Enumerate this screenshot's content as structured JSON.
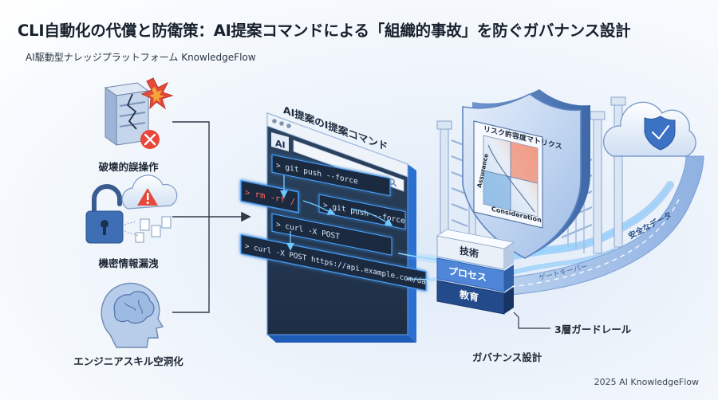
{
  "header": {
    "title": "CLI自動化の代償と防衛策：AI提案コマンドによる「組織的事故」を防ぐガバナンス設計",
    "subtitle": "AI駆動型ナレッジプラットフォーム KnowledgeFlow"
  },
  "risks": [
    {
      "label": "破壊的誤操作",
      "icon": "broken-server-icon"
    },
    {
      "label": "機密情報漏洩",
      "icon": "open-padlock-cloud-icon"
    },
    {
      "label": "エンジニアスキル空洞化",
      "icon": "head-brain-icon"
    }
  ],
  "terminal": {
    "title": "AI提案のI提案コマンド",
    "badge": "AI",
    "commands": [
      "> git push --force",
      "> rm -rf /",
      "> git push --force",
      "> curl -X POST",
      "> curl -X POST https://api.example.com/data..."
    ]
  },
  "matrix": {
    "title": "リスク許容度マトリクス",
    "y_axis": "Assurance",
    "x_axis": "Consideration"
  },
  "layers": [
    "技術",
    "プロセス",
    "教育"
  ],
  "layers_label": "3層ガードレール",
  "governance_label": "ガバナンス設計",
  "flow_labels": [
    "安全なデータ",
    "ゲートキーパー"
  ],
  "footer": "2025 AI KnowledgeFlow",
  "colors": {
    "accent": "#2f76d6",
    "dark_panel": "#24374f",
    "alert": "#e34a3a",
    "warn": "#f39c2c"
  }
}
